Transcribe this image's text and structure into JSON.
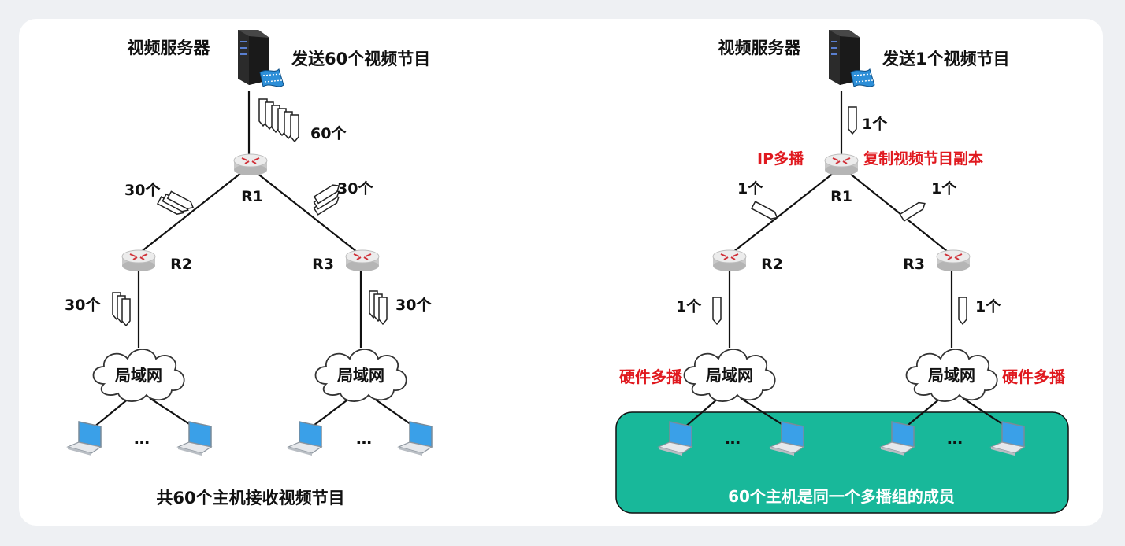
{
  "left": {
    "server_label": "视频服务器",
    "send_label": "发送60个视频节目",
    "r1_count": "60个",
    "r1r2_count": "30个",
    "r1r3_count": "30个",
    "r2_lan_count": "30个",
    "r3_lan_count": "30个",
    "router_r1": "R1",
    "router_r2": "R2",
    "router_r3": "R3",
    "lan_a": "局域网",
    "lan_b": "局域网",
    "ellipsis_a": "…",
    "ellipsis_b": "…",
    "caption": "共60个主机接收视频节目"
  },
  "right": {
    "server_label": "视频服务器",
    "send_label": "发送1个视频节目",
    "r1_count": "1个",
    "ip_multicast": "IP多播",
    "copy_label": "复制视频节目副本",
    "r1r2_count": "1个",
    "r1r3_count": "1个",
    "r2_lan_count": "1个",
    "r3_lan_count": "1个",
    "router_r1": "R1",
    "router_r2": "R2",
    "router_r3": "R3",
    "lan_a": "局域网",
    "lan_b": "局域网",
    "hw_multicast_a": "硬件多播",
    "hw_multicast_b": "硬件多播",
    "ellipsis_a": "…",
    "ellipsis_b": "…",
    "group_caption": "60个主机是同一个多播组的成员"
  },
  "colors": {
    "red": "#e0191f",
    "group_fill": "#18b89a",
    "laptop_screen": "#3aa0e8"
  }
}
